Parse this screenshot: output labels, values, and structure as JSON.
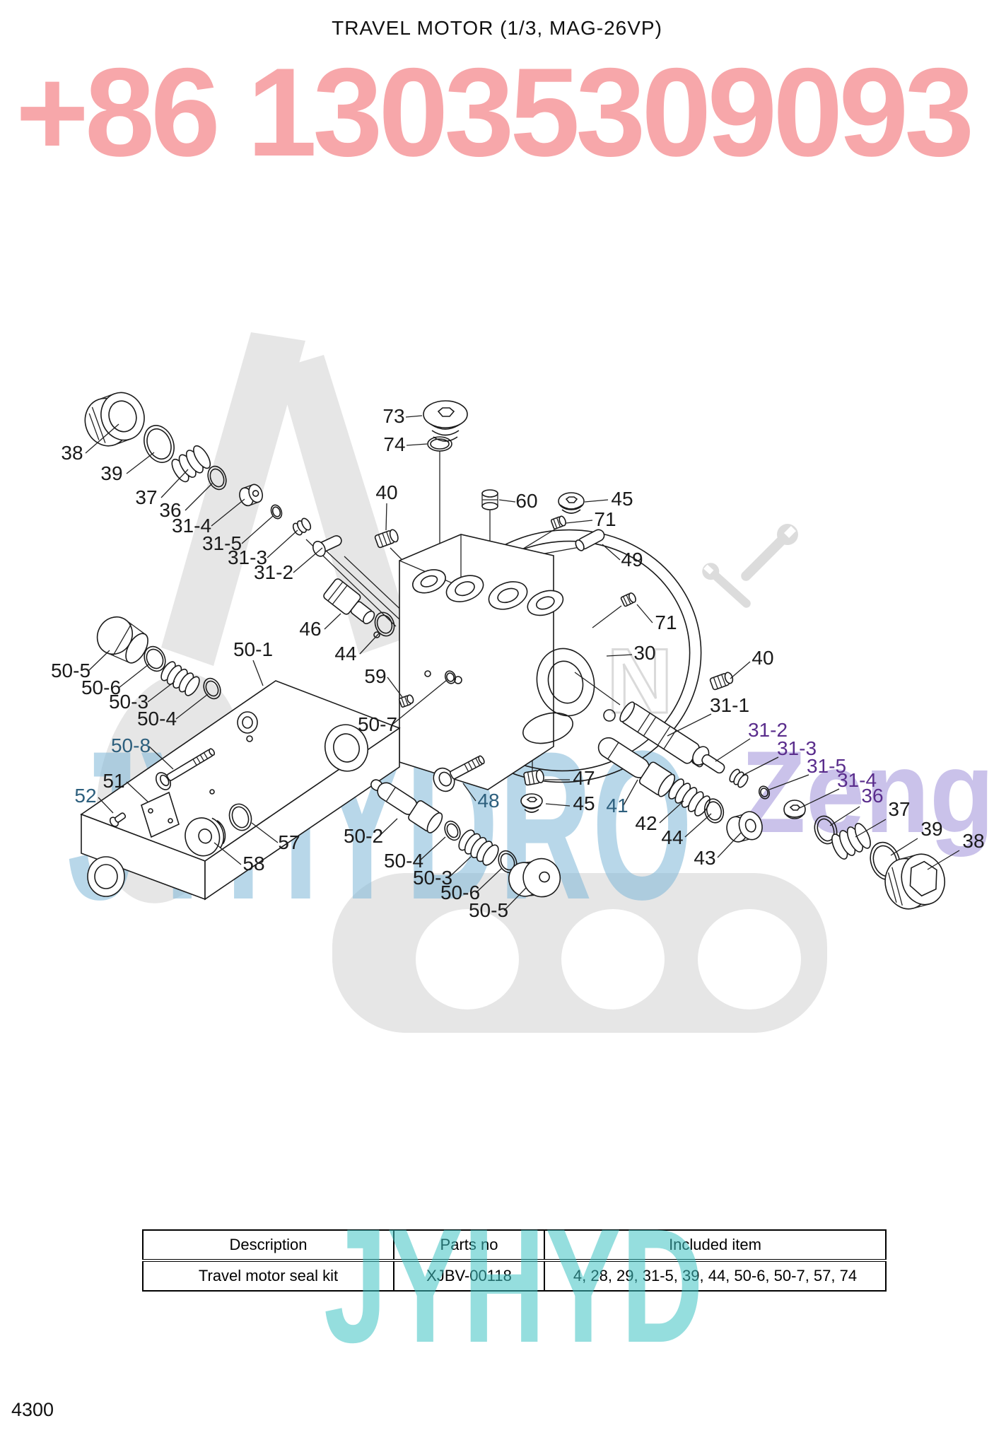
{
  "title": "TRAVEL MOTOR (1/3, MAG-26VP)",
  "page_number": "4300",
  "watermarks": {
    "phone": "+86 13035309093",
    "brand_left": "JYHYDRO",
    "brand_right": "Zeng",
    "brand_table": "JYHYD",
    "colors": {
      "phone_pink": "#f7a0a3",
      "brand_blue": "#a5cde4",
      "brand_lavender": "#cdc5ec",
      "brand_teal": "#6ed3d3",
      "excavator_gray": "#e6e6e6"
    }
  },
  "label_colors": {
    "default": "#1a1a1a",
    "seal_kit_purple": "#5a2d8c",
    "tinted": "#2d5f7d"
  },
  "callouts": [
    {
      "t": "38"
    },
    {
      "t": "39"
    },
    {
      "t": "37"
    },
    {
      "t": "36"
    },
    {
      "t": "31-4"
    },
    {
      "t": "31-5"
    },
    {
      "t": "31-3"
    },
    {
      "t": "31-2"
    },
    {
      "t": "40"
    },
    {
      "t": "73"
    },
    {
      "t": "74"
    },
    {
      "t": "60"
    },
    {
      "t": "45"
    },
    {
      "t": "71"
    },
    {
      "t": "49"
    },
    {
      "t": "71"
    },
    {
      "t": "30"
    },
    {
      "t": "40"
    },
    {
      "t": "31-1"
    },
    {
      "t": "31-2"
    },
    {
      "t": "31-3"
    },
    {
      "t": "31-5"
    },
    {
      "t": "31-4"
    },
    {
      "t": "36"
    },
    {
      "t": "37"
    },
    {
      "t": "39"
    },
    {
      "t": "38"
    },
    {
      "t": "41"
    },
    {
      "t": "42"
    },
    {
      "t": "44"
    },
    {
      "t": "43"
    },
    {
      "t": "46"
    },
    {
      "t": "44"
    },
    {
      "t": "59"
    },
    {
      "t": "50-7"
    },
    {
      "t": "50-5"
    },
    {
      "t": "50-6"
    },
    {
      "t": "50-3"
    },
    {
      "t": "50-4"
    },
    {
      "t": "50-1"
    },
    {
      "t": "50-8"
    },
    {
      "t": "51"
    },
    {
      "t": "52"
    },
    {
      "t": "57"
    },
    {
      "t": "58"
    },
    {
      "t": "48"
    },
    {
      "t": "47"
    },
    {
      "t": "45"
    },
    {
      "t": "50-2"
    },
    {
      "t": "50-4"
    },
    {
      "t": "50-3"
    },
    {
      "t": "50-6"
    },
    {
      "t": "50-5"
    }
  ],
  "table": {
    "headers": [
      "Description",
      "Parts no",
      "Included item"
    ],
    "rows": [
      [
        "Travel motor seal kit",
        "XJBV-00118",
        "4, 28, 29, 31-5, 39, 44, 50-6, 50-7, 57, 74"
      ]
    ]
  }
}
